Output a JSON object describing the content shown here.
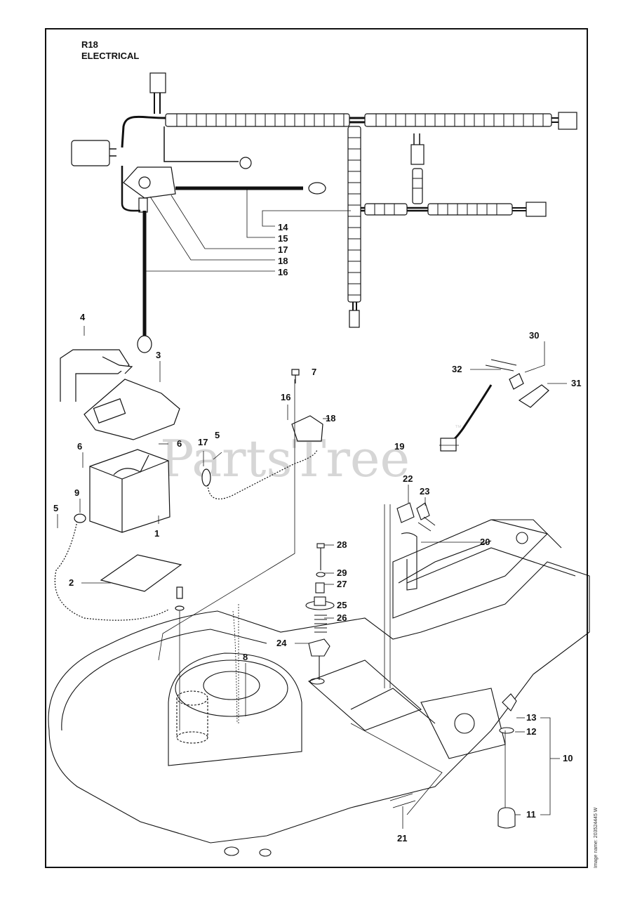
{
  "header": {
    "code": "R18",
    "title": "ELECTRICAL"
  },
  "watermark": {
    "text": "PartsTree",
    "mark": "™"
  },
  "image_name": "Image name: 203524445 W",
  "callouts": [
    "14",
    "15",
    "17",
    "18",
    "16",
    "4",
    "3",
    "7",
    "16",
    "18",
    "30",
    "32",
    "31",
    "19",
    "6",
    "6",
    "5",
    "17",
    "5",
    "9",
    "1",
    "22",
    "23",
    "20",
    "28",
    "29",
    "27",
    "25",
    "26",
    "2",
    "24",
    "8",
    "13",
    "12",
    "10",
    "11",
    "21"
  ]
}
